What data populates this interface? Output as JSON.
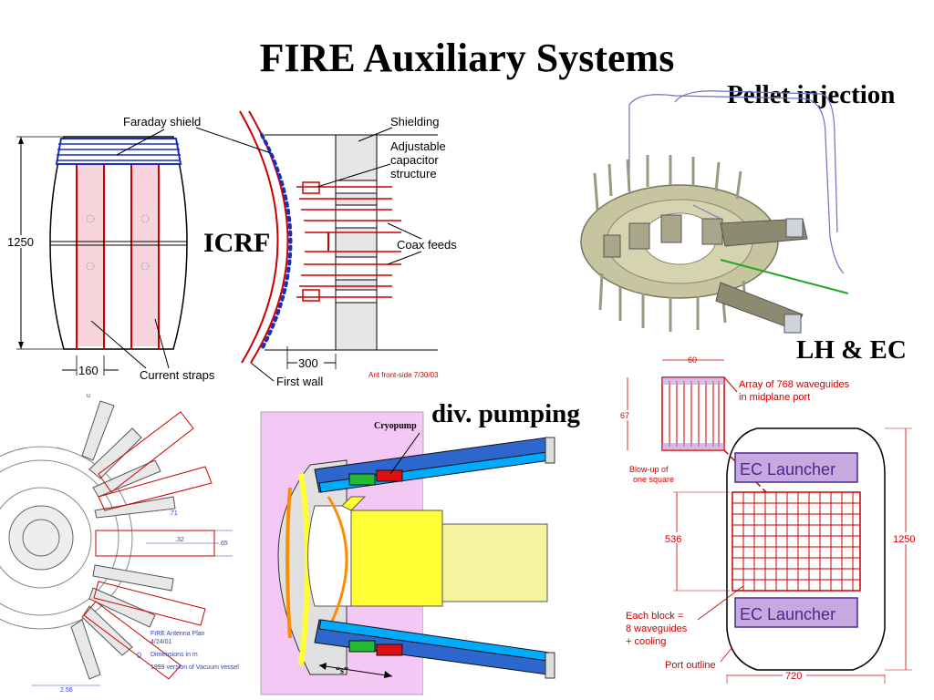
{
  "slide": {
    "title": "FIRE Auxiliary Systems"
  },
  "sections": {
    "icrf": "ICRF",
    "pellet": "Pellet injection",
    "lh_ec": "LH & EC",
    "div_pumping": "div. pumping"
  },
  "icrf": {
    "faraday_shield": "Faraday shield",
    "shielding": "Shielding",
    "adjustable_1": "Adjustable",
    "adjustable_2": "capacitor",
    "adjustable_3": "structure",
    "coax_feeds": "Coax feeds",
    "height": "1250",
    "width_160": "160",
    "current_straps": "Current straps",
    "dim_300": "300",
    "first_wall": "First wall",
    "note": "Ant front-side 7/30/03"
  },
  "antenna_plan": {
    "u": "u",
    "d71": ".71",
    "d32": ".32",
    "d65": ".65",
    "d256": "2.56",
    "note1": "FIRE  Antenna Plan",
    "note2": "4/24/01",
    "note3": "Dimensions in m",
    "note4": "1999 version of Vacuum vessel",
    "zero": "0"
  },
  "div": {
    "cryopump": "Cryopump",
    "s_label": "“s”"
  },
  "lhec": {
    "d60": "60",
    "d67": "67",
    "array_1": "Array of 768 waveguides",
    "array_2": "in midplane port",
    "blowup_1": "Blow-up of",
    "blowup_2": "one square",
    "ec_launcher_top": "EC Launcher",
    "ec_launcher_bottom": "EC Launcher",
    "d536": "536",
    "d1250": "1250",
    "each_1": "Each block =",
    "each_2": "8 waveguides",
    "each_3": "+ cooling",
    "port_outline": "Port outline",
    "d720": "720"
  },
  "colors": {
    "red": "#cc0000",
    "blue": "#1a2fb5",
    "magenta_bg": "#f4c8f4",
    "yellow": "#ffff33",
    "orange": "#ff8c00",
    "purple": "#b78fd0",
    "olive": "#c7c4a0"
  }
}
